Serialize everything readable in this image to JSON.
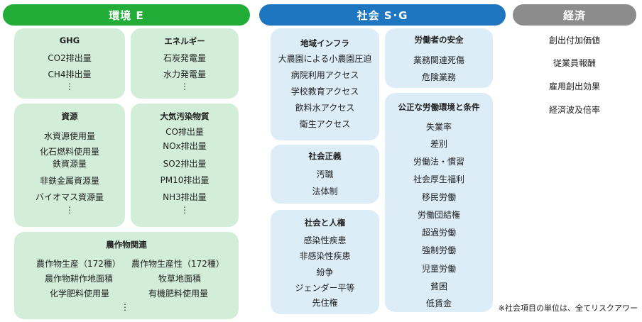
{
  "colors": {
    "env": "#22ad38",
    "soc": "#1e76c0",
    "eco": "#8c8c8c",
    "env_box": "#d2eed9",
    "soc_box": "#dcedf7"
  },
  "headers": {
    "env": "環境 E",
    "soc": "社会 S･G",
    "eco": "経済"
  },
  "env": {
    "ghg": {
      "title": "GHG",
      "items": [
        "CO2排出量",
        "CH4排出量"
      ],
      "more": "⋮"
    },
    "energy": {
      "title": "エネルギー",
      "items": [
        "石炭発電量",
        "水力発電量"
      ],
      "more": "⋮"
    },
    "resources": {
      "title": "資源",
      "items": [
        "水資源使用量",
        "化石燃料使用量",
        "鉄資源量",
        "非鉄金属資源量",
        "バイオマス資源量"
      ],
      "more": "⋮"
    },
    "air": {
      "title": "大気汚染物質",
      "items": [
        "CO排出量",
        "NOx排出量",
        "SO2排出量",
        "PM10排出量",
        "NH3排出量"
      ],
      "more": "⋮"
    },
    "agri": {
      "title": "農作物関連",
      "items": [
        "農作物生産（172種）",
        "農作物生産性（172種）",
        "農作物耕作地面積",
        "牧草地面積",
        "化学肥料使用量",
        "有機肥料使用量"
      ],
      "more": "⋮"
    }
  },
  "soc": {
    "infra": {
      "title": "地域インフラ",
      "items": [
        "大農園による小農園圧迫",
        "病院利用アクセス",
        "学校教育アクセス",
        "飲料水アクセス",
        "衛生アクセス"
      ]
    },
    "safety": {
      "title": "労働者の安全",
      "items": [
        "業務関連死傷",
        "危険業務"
      ]
    },
    "justice": {
      "title": "社会正義",
      "items": [
        "汚職",
        "法体制"
      ]
    },
    "labor": {
      "title": "公正な労働環境と条件",
      "items": [
        "失業率",
        "差別",
        "労働法・慣習",
        "社会厚生福利",
        "移民労働",
        "労働団結権",
        "超過労働",
        "強制労働",
        "児童労働",
        "貧困",
        "低賃金"
      ]
    },
    "rights": {
      "title": "社会と人権",
      "items": [
        "感染性疾患",
        "非感染性疾患",
        "紛争",
        "ジェンダー平等",
        "先住権"
      ]
    }
  },
  "eco": {
    "items": [
      "創出付加価値",
      "従業員報酬",
      "雇用創出効果",
      "経済波及倍率"
    ]
  },
  "note": "※社会項目の単位は、全てリスクアワー"
}
